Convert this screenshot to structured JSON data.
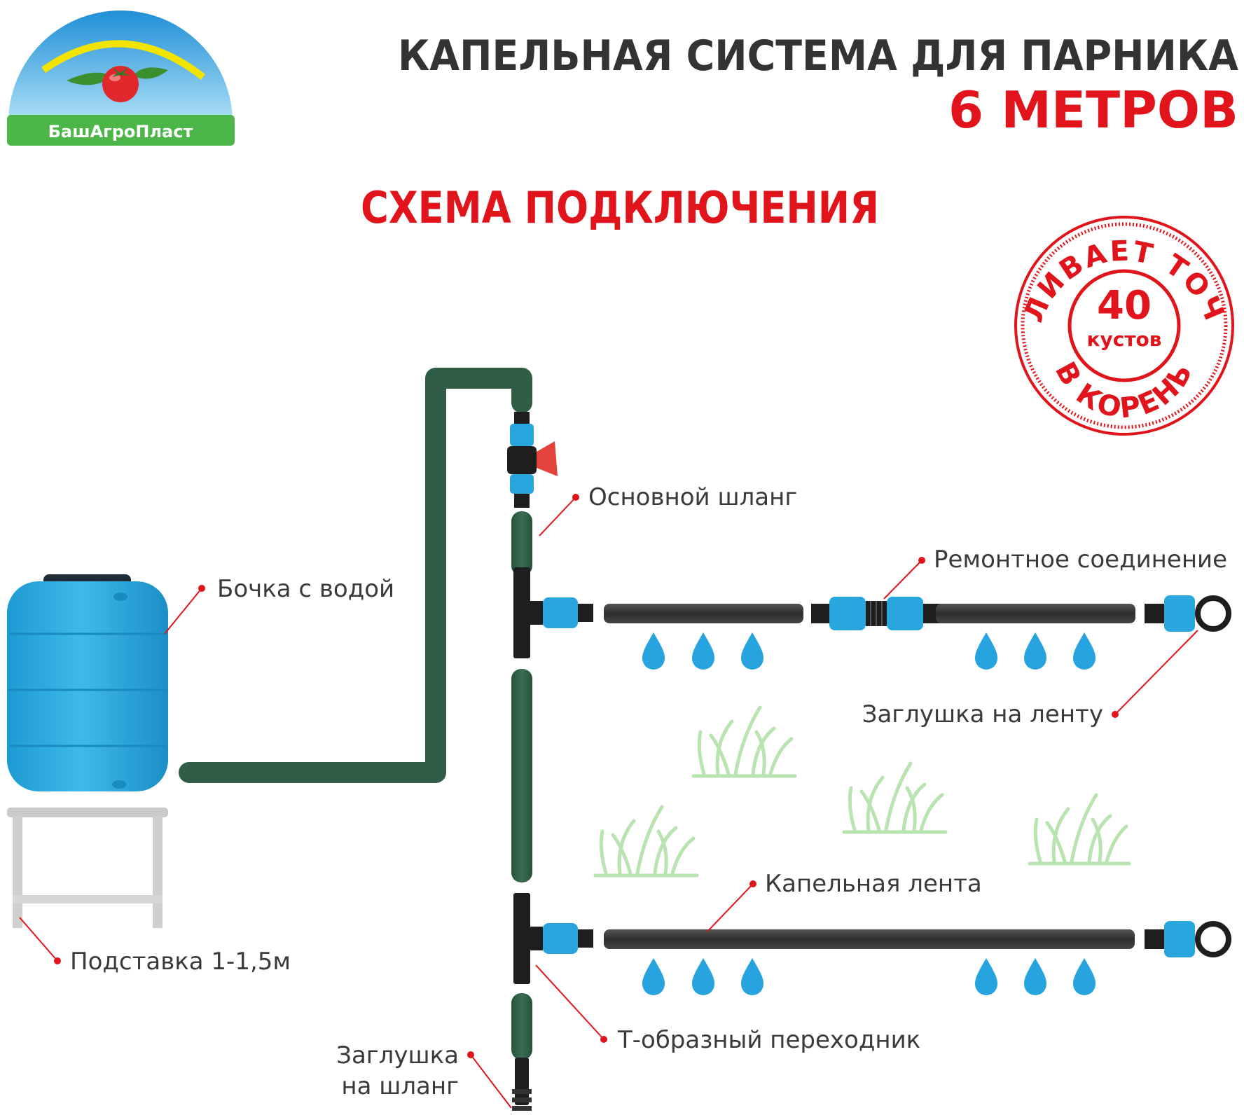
{
  "header": {
    "logo_text": "БашАгроПласт",
    "title_line1": "КАПЕЛЬНАЯ СИСТЕМА ДЛЯ ПАРНИКА",
    "title_line2": "6 МЕТРОВ",
    "subtitle": "СХЕМА ПОДКЛЮЧЕНИЯ"
  },
  "stamp": {
    "top_arc": "ПОЛИВАЕТ ТОЧНО",
    "bottom_arc": "В КОРЕНЬ",
    "number": "40",
    "unit": "кустов"
  },
  "labels": {
    "main_hose": "Основной шланг",
    "barrel": "Бочка с водой",
    "repair_coupling": "Ремонтное соединение",
    "tape_plug": "Заглушка на ленту",
    "drip_tape": "Капельная лента",
    "stand": "Подставка 1-1,5м",
    "t_adapter": "Т-образный переходник",
    "hose_plug_line1": "Заглушка",
    "hose_plug_line2": "на шланг"
  },
  "colors": {
    "brand_red": "#e1141b",
    "hose_green": "#2f5d45",
    "connector_blue": "#29a6dd",
    "tape_dark": "#3a3a3a",
    "grass_green": "#b9e3b0",
    "water_blue": "#27a3df",
    "logo_green": "#4cb748"
  }
}
